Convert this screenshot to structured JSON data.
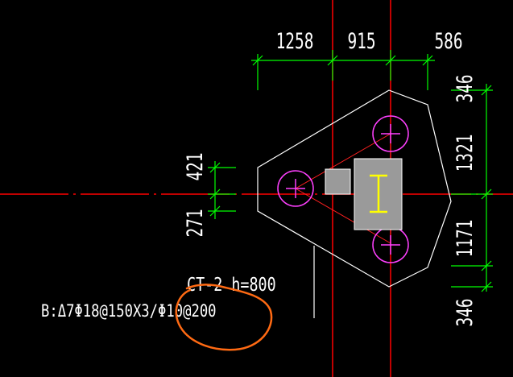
{
  "drawing": {
    "dimensions_top": [
      "1258",
      "915",
      "586"
    ],
    "dimensions_right": [
      "346",
      "1321",
      "1171",
      "346"
    ],
    "dimensions_left": [
      "421",
      "271"
    ],
    "cap_label": "CT-2  h=800",
    "reinforcement_spec": "B:Δ7Φ18@150X3/Φ10@200",
    "colors": {
      "background": "#000000",
      "axis": "#ff0000",
      "dimension": "#00ff00",
      "outline": "#ffffff",
      "pile": "#ff40ff",
      "column": "#c0c0c0",
      "steel": "#ffff00",
      "highlight": "#ff6a13"
    }
  }
}
